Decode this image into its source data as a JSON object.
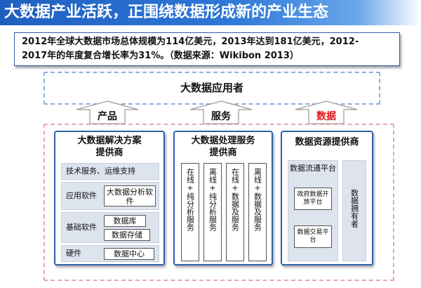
{
  "title": "大数据产业活跃，正围绕数据形成新的产业生态",
  "summary": {
    "line1": "2012年全球大数据市场总体规模为114亿美元，2013年达到181亿美元，2012-",
    "line2": "2017年的年度复合增长率为31%。（数据来源：Wikibon 2013）"
  },
  "app_layer": "大数据应用者",
  "arrows": [
    {
      "label": "产品",
      "color": "#111111"
    },
    {
      "label": "服务",
      "color": "#111111"
    },
    {
      "label": "数据",
      "color": "#e0141b"
    }
  ],
  "panels": {
    "solutions": {
      "title_line1": "大数据解决方案",
      "title_line2": "提供商",
      "rows": [
        {
          "label": "技术服务、运维支持",
          "items": []
        },
        {
          "label": "应用软件",
          "items": [
            "大数据分析软件"
          ]
        },
        {
          "label": "基础软件",
          "items": [
            "数据库",
            "数据存储"
          ]
        },
        {
          "label": "硬件",
          "items": [
            "数据中心"
          ]
        }
      ]
    },
    "processing": {
      "title_line1": "大数据处理服务",
      "title_line2": "提供商",
      "columns": [
        "在线+纯分析服务",
        "离线+纯分析服务",
        "在线+数据及服务",
        "离线+数据及服务"
      ]
    },
    "resources": {
      "title": "数据资源提供商",
      "platform": {
        "title": "数据流通平台",
        "items": [
          "政府数据开放平台",
          "数据交易平台"
        ]
      },
      "owner": "数据拥有者"
    }
  }
}
